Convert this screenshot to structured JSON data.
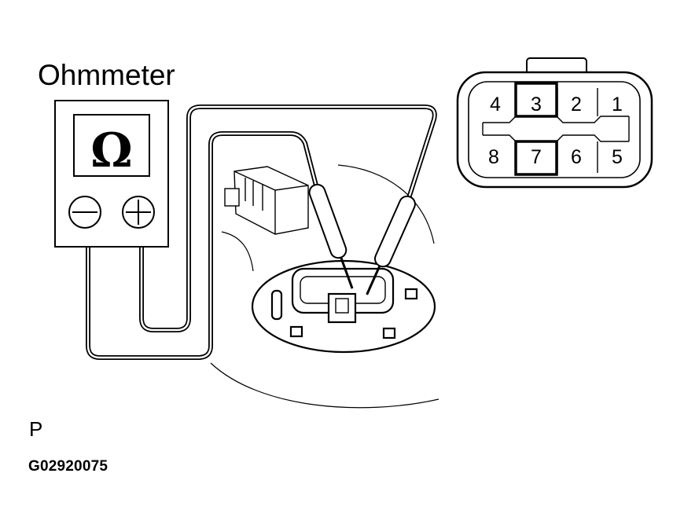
{
  "title": "Ohmmeter",
  "meter": {
    "symbol": "Ω",
    "negative_symbol": "—",
    "positive_symbol": "+"
  },
  "connector": {
    "pins_top": [
      "4",
      "3",
      "2",
      "1"
    ],
    "pins_bottom": [
      "8",
      "7",
      "6",
      "5"
    ],
    "highlighted_pins": [
      "3",
      "7"
    ]
  },
  "ref_letter": "P",
  "figure_code": "G02920075",
  "colors": {
    "line": "#000000",
    "background": "#ffffff"
  }
}
